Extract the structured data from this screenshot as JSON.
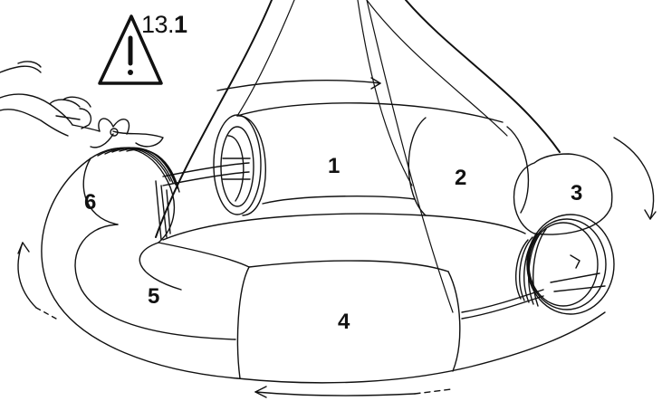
{
  "step": {
    "number": "13.",
    "sub": "1"
  },
  "warning_icon": "warning-triangle-icon",
  "segments": [
    {
      "id": "segment-1",
      "label": "1"
    },
    {
      "id": "segment-2",
      "label": "2"
    },
    {
      "id": "segment-3",
      "label": "3"
    },
    {
      "id": "segment-4",
      "label": "4"
    },
    {
      "id": "segment-5",
      "label": "5"
    },
    {
      "id": "segment-6",
      "label": "6"
    }
  ],
  "icons": [
    "hand-icon",
    "ribbon-bow-icon",
    "coiled-end-icon",
    "rotation-arrow-icon"
  ],
  "colors": {
    "ink": "#111111",
    "background": "#ffffff"
  }
}
